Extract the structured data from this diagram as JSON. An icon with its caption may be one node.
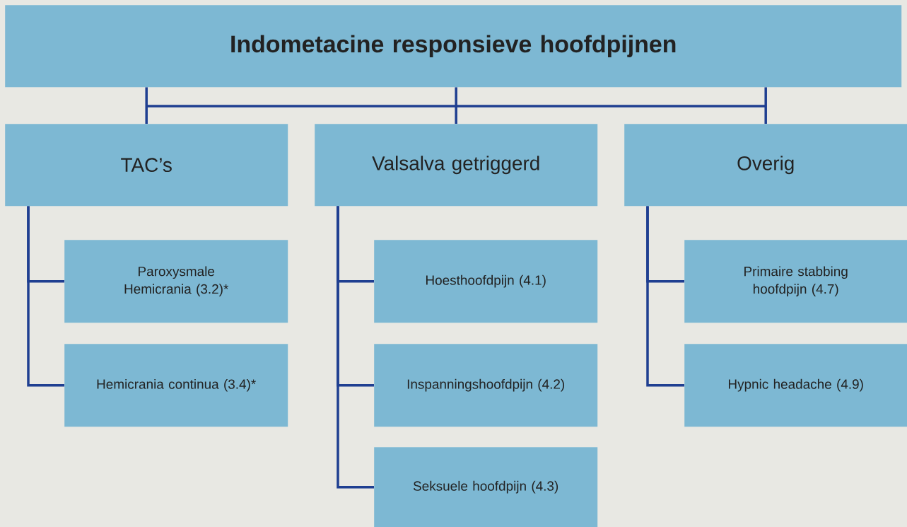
{
  "diagram": {
    "nodes": [
      {
        "text": [
          "Indometacine responsieve hoofdpijnen"
        ]
      },
      {
        "text": [
          "TAC’s"
        ]
      },
      {
        "text": [
          "Valsalva getriggerd"
        ]
      },
      {
        "text": [
          "Overig"
        ]
      },
      {
        "text": [
          "Paroxysmale Hemicrania (3.2)*"
        ]
      },
      {
        "text": [
          "Hemicrania continua (3.4)*"
        ]
      },
      {
        "text": [
          "Hoesthoofdpijn (4.1)"
        ]
      },
      {
        "text": [
          "Inspanningshoofdpijn (4.2)"
        ]
      },
      {
        "text": [
          "Seksuele hoofdpijn (4.3)"
        ]
      },
      {
        "text": [
          "Primaire stabbing hoofdpijn (4.7)"
        ]
      },
      {
        "text": [
          "Hypnic headache (4.9)"
        ]
      }
    ],
    "edges": [
      {
        "from": 0,
        "to": 1,
        "arrow": "none"
      },
      {
        "from": 0,
        "to": 2,
        "arrow": "none"
      },
      {
        "from": 0,
        "to": 3,
        "arrow": "none"
      },
      {
        "from": 1,
        "to": 4,
        "arrow": "none"
      },
      {
        "from": 1,
        "to": 5,
        "arrow": "none"
      },
      {
        "from": 2,
        "to": 6,
        "arrow": "none"
      },
      {
        "from": 2,
        "to": 7,
        "arrow": "none"
      },
      {
        "from": 2,
        "to": 8,
        "arrow": "none"
      },
      {
        "from": 3,
        "to": 9,
        "arrow": "none"
      },
      {
        "from": 3,
        "to": 10,
        "arrow": "none"
      }
    ]
  }
}
